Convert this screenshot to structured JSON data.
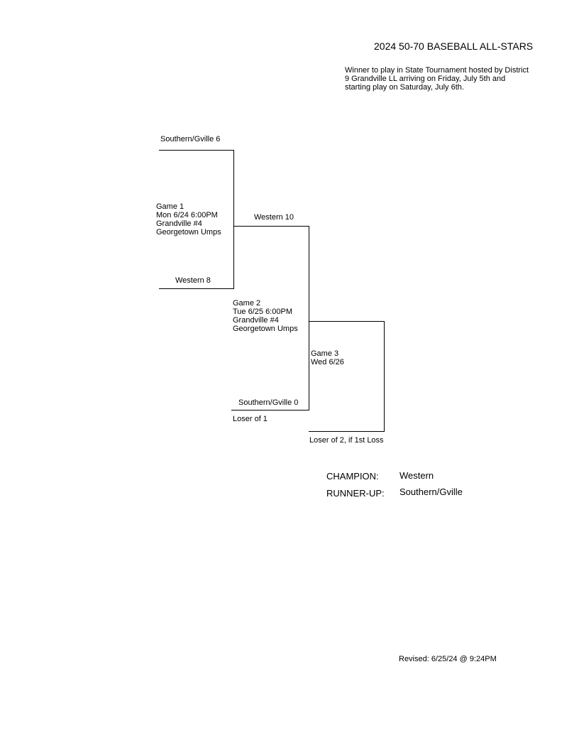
{
  "title": "2024 50-70 BASEBALL ALL-STARS",
  "note": [
    "Winner to play in State Tournament hosted by District",
    "9 Grandville LL arriving on Friday, July 5th and",
    "starting play on Saturday, July 6th."
  ],
  "bracket": {
    "game1": {
      "top_team": "Southern/Gville  6",
      "bottom_team": "Western  8",
      "info": [
        "Game 1",
        "Mon  6/24  6:00PM",
        "Grandville #4",
        "Georgetown Umps"
      ]
    },
    "game2": {
      "top_team": "Western  10",
      "bottom_team": "Southern/Gville  0",
      "bottom_note": "Loser of 1",
      "info": [
        "Game 2",
        "Tue  6/25  6:00PM",
        "Grandville #4",
        "Georgetown Umps"
      ]
    },
    "game3": {
      "info": [
        "Game 3",
        "Wed  6/26"
      ],
      "bottom_note": "Loser of 2, if 1st Loss"
    }
  },
  "results": {
    "champion_label": "CHAMPION:",
    "champion_value": "Western",
    "runnerup_label": "RUNNER-UP:",
    "runnerup_value": "Southern/Gville"
  },
  "revised": "Revised:  6/25/24 @  9:24PM"
}
